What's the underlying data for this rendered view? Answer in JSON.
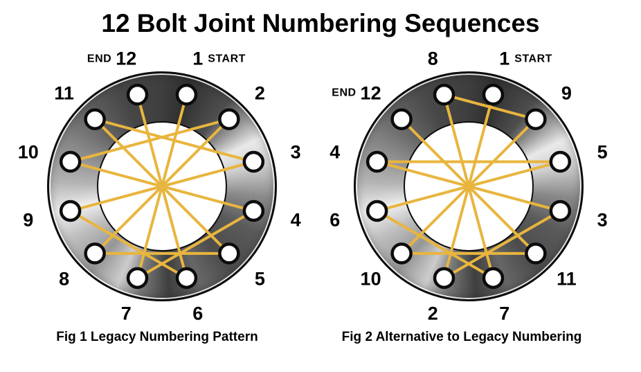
{
  "title": "12 Bolt Joint Numbering Sequences",
  "colors": {
    "background": "#ffffff",
    "text": "#000000",
    "sequence_line": "#e8b53e",
    "hole_fill": "#ffffff",
    "hole_stroke": "#0c0c0c"
  },
  "bolt_layout": {
    "bolt_count": 12,
    "first_bolt_angle_deg_clockwise_from_top": 15,
    "bolt_step_deg": 30
  },
  "figures": [
    {
      "id": "fig1",
      "caption": "Fig 1 Legacy Numbering Pattern",
      "start_text": "START",
      "end_text": "END",
      "start_bolt": "1",
      "end_bolt": "12",
      "bolt_labels_clockwise": [
        "1",
        "2",
        "3",
        "4",
        "5",
        "6",
        "7",
        "8",
        "9",
        "10",
        "11",
        "12"
      ],
      "tightening_sequence": [
        "1",
        "7",
        "4",
        "10",
        "2",
        "8",
        "5",
        "11",
        "3",
        "9",
        "6",
        "12"
      ]
    },
    {
      "id": "fig2",
      "caption": "Fig 2 Alternative to Legacy Numbering",
      "start_text": "START",
      "end_text": "END",
      "start_bolt": "1",
      "end_bolt": "12",
      "bolt_labels_clockwise": [
        "1",
        "9",
        "5",
        "3",
        "11",
        "7",
        "2",
        "10",
        "6",
        "4",
        "12",
        "8"
      ],
      "tightening_sequence": [
        "1",
        "2",
        "3",
        "4",
        "5",
        "6",
        "7",
        "8",
        "9",
        "10",
        "11",
        "12"
      ]
    }
  ]
}
